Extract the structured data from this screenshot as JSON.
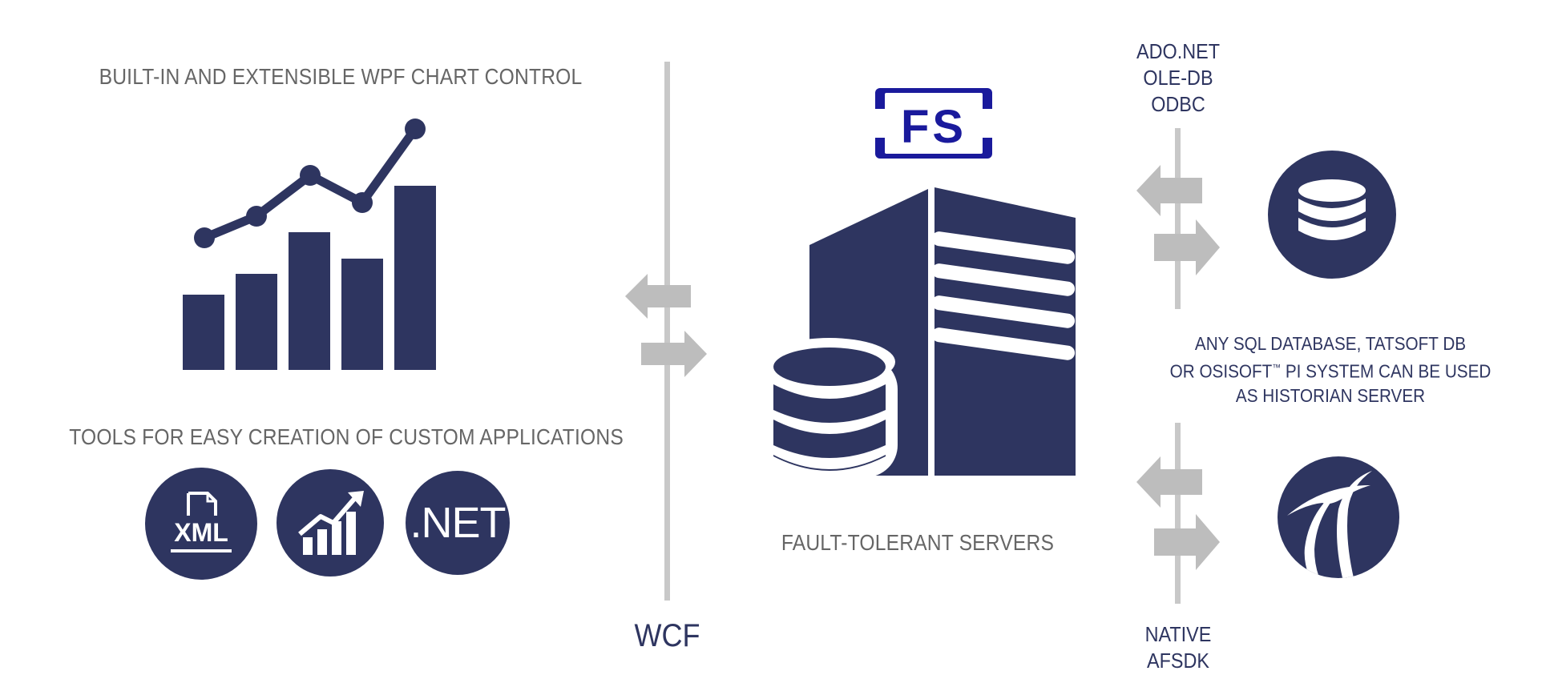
{
  "left": {
    "chart_title": "BUILT-IN AND EXTENSIBLE WPF CHART CONTROL",
    "tools_title": "TOOLS FOR EASY CREATION OF CUSTOM APPLICATIONS",
    "tool_icons": [
      {
        "name": "xml-icon",
        "label": "XML"
      },
      {
        "name": "growth-chart-icon"
      },
      {
        "name": "dotnet-icon",
        "label": ".NET"
      }
    ]
  },
  "divider": {
    "label": "WCF"
  },
  "center": {
    "logo_text": "FS",
    "caption": "FAULT-TOLERANT SERVERS"
  },
  "right": {
    "top_protocols": [
      "ADO.NET",
      "OLE-DB",
      "ODBC"
    ],
    "historian_note": {
      "line1": "ANY SQL DATABASE, TATSOFT DB",
      "line2_pre": "OR OSISOFT",
      "line2_tm": "™",
      "line2_post": " PI SYSTEM CAN BE USED",
      "line3": "AS HISTORIAN SERVER"
    },
    "bottom_protocols": [
      "NATIVE",
      "AFSDK"
    ]
  },
  "colors": {
    "navy": "#2e3560",
    "gray_text": "#666666",
    "arrow_gray": "#bdbdbd",
    "line_gray": "#c8c8c8",
    "logo_blue": "#1a1a9c"
  }
}
